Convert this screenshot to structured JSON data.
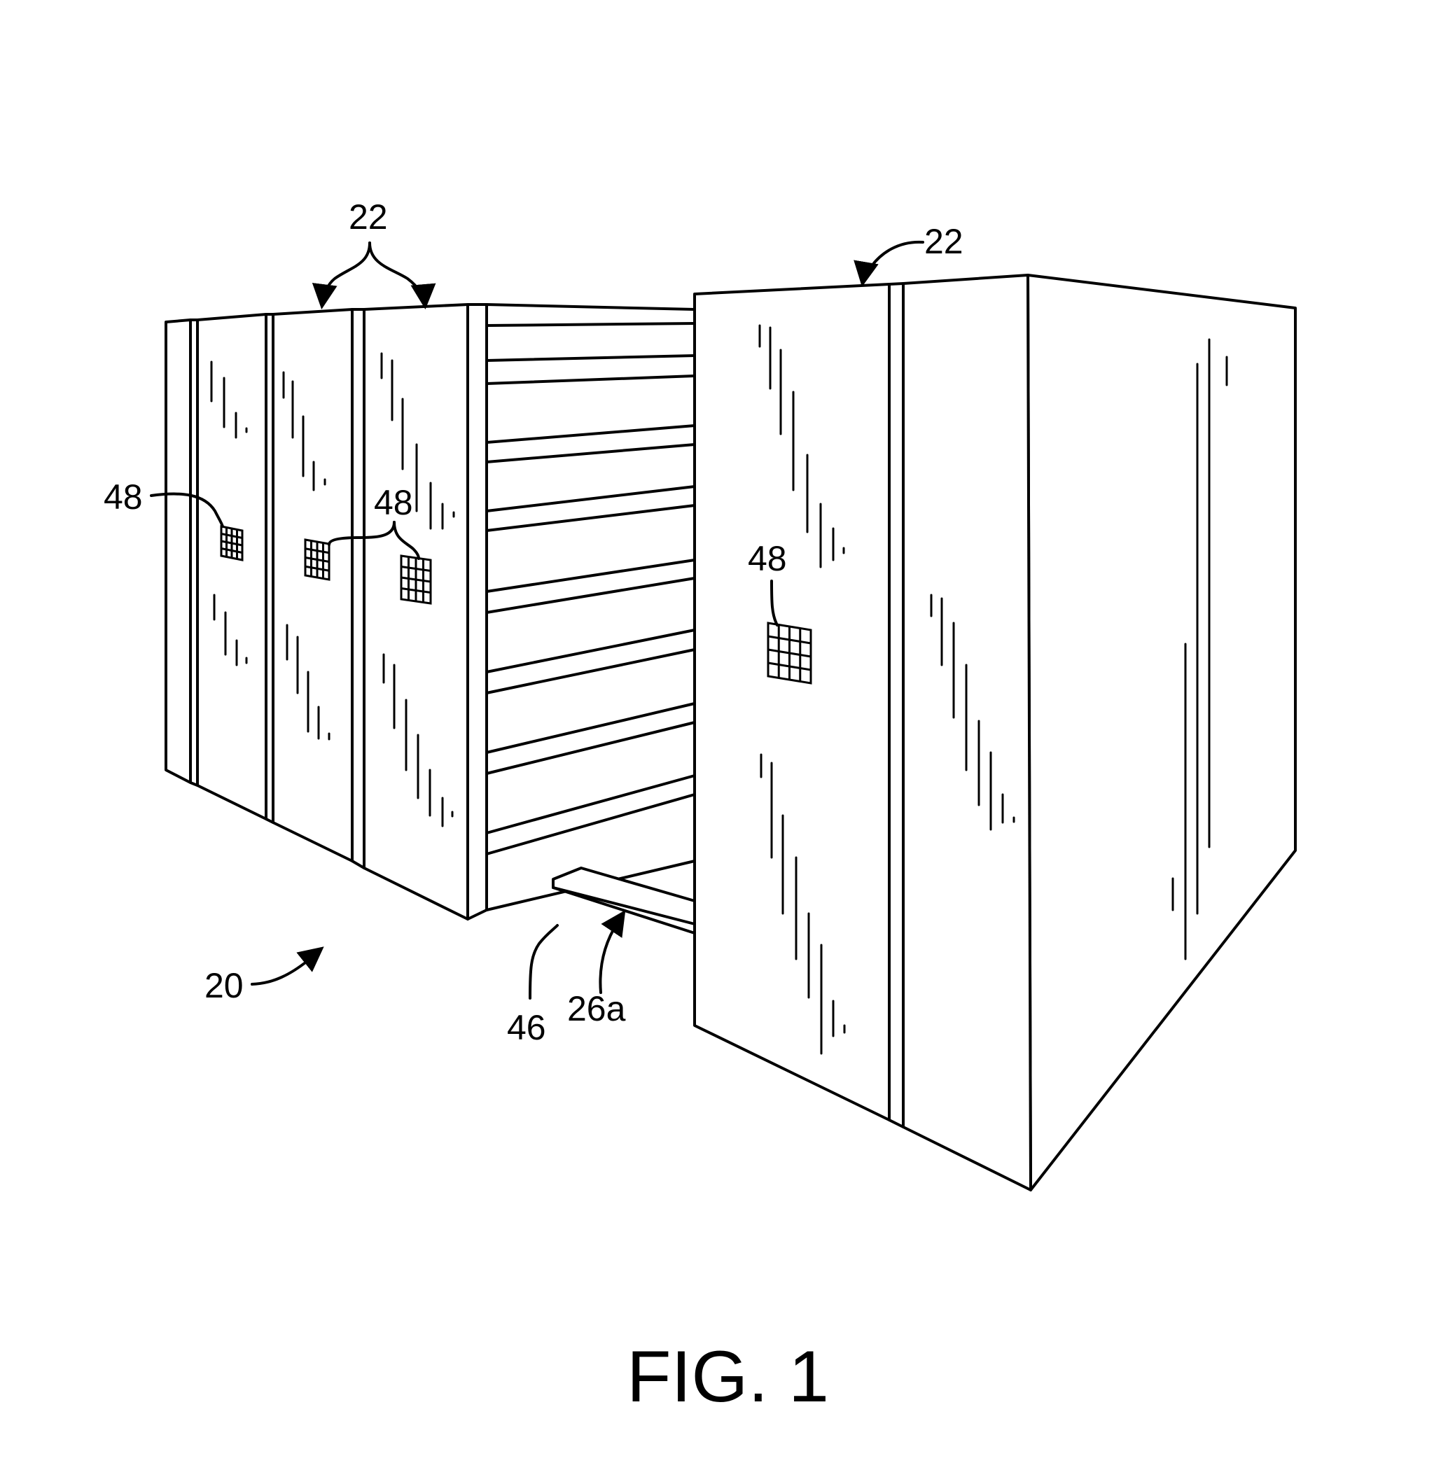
{
  "figure": {
    "caption": "FIG. 1",
    "stroke_color": "#000000",
    "background_color": "#ffffff"
  },
  "labels": {
    "system": "20",
    "carriage_left": "22",
    "carriage_right": "22",
    "marker_1": "48",
    "marker_2": "48",
    "marker_3": "48",
    "aisle": "46",
    "rail": "26a"
  }
}
